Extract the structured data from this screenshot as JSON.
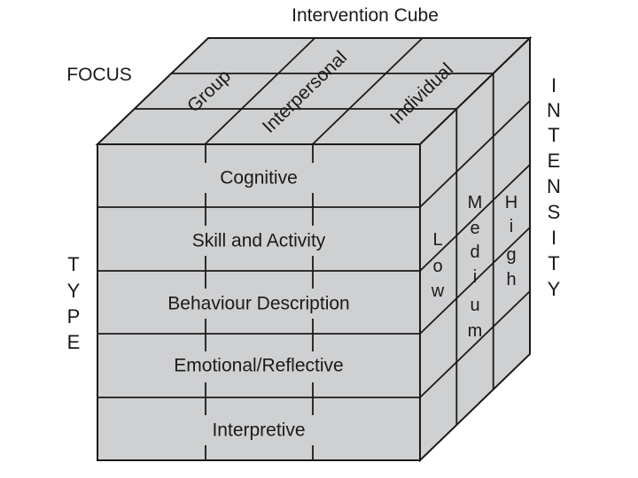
{
  "title": "Intervention Cube",
  "focus": {
    "axis_label": "FOCUS",
    "levels": [
      "Group",
      "Interpersonal",
      "Individual"
    ]
  },
  "type": {
    "axis_label": "TYPE",
    "levels": [
      "Cognitive",
      "Skill and Activity",
      "Behaviour Description",
      "Emotional/Reflective",
      "Interpretive"
    ]
  },
  "intensity": {
    "axis_label": "INTENSITY",
    "levels": [
      "Low",
      "Medium",
      "High"
    ]
  },
  "colors": {
    "face": "#cfd0d2",
    "line": "#1a1a1a"
  }
}
